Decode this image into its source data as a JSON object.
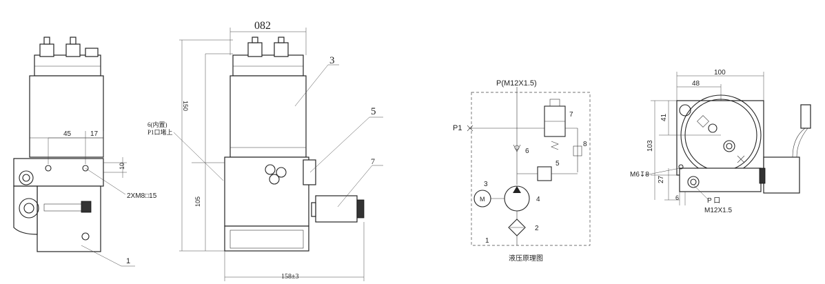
{
  "left_view": {
    "dim_45": "45",
    "dim_17": "17",
    "dim_10": "10",
    "hole_note": "2XM8□15",
    "part_1": "1"
  },
  "front_view": {
    "dim_width_top": "082",
    "dim_150": "150",
    "dim_105": "105",
    "dim_bottom": "158±3",
    "part_3": "3",
    "part_5": "5",
    "part_6_line1": "6(内置)",
    "part_6_line2": "P1口堵上",
    "part_7": "7"
  },
  "schematic": {
    "port_p": "P(M12X1.5)",
    "port_p1": "P1",
    "motor_symbol": "M",
    "labels": {
      "n1": "1",
      "n2": "2",
      "n3": "3",
      "n4": "4",
      "n5": "5",
      "n6": "6",
      "n7": "7",
      "n8": "8"
    },
    "caption": "液压原理图"
  },
  "top_view": {
    "dim_100": "100",
    "dim_48": "48",
    "dim_41": "41",
    "dim_103": "103",
    "dim_27": "27",
    "dim_6": "6",
    "thread_note": "M6↧8",
    "port_label": "P 口",
    "port_thread": "M12X1.5"
  }
}
